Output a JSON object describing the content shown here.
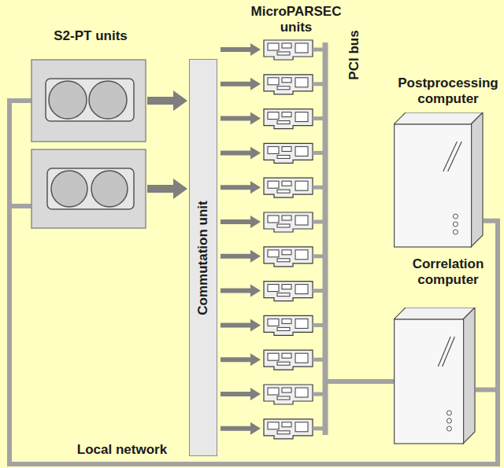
{
  "diagram": {
    "nodes": [
      {
        "text": [
          "Commutation unit"
        ]
      },
      {
        "text": [
          "Postprocessing computer"
        ]
      },
      {
        "text": [
          "Correlation computer"
        ]
      }
    ],
    "edges": [
      {
        "from": 1,
        "to": 2,
        "arrow": "none"
      }
    ],
    "labels": [
      "S2-PT units",
      "MicroPARSEC units",
      "PCI bus",
      "Local network"
    ]
  }
}
